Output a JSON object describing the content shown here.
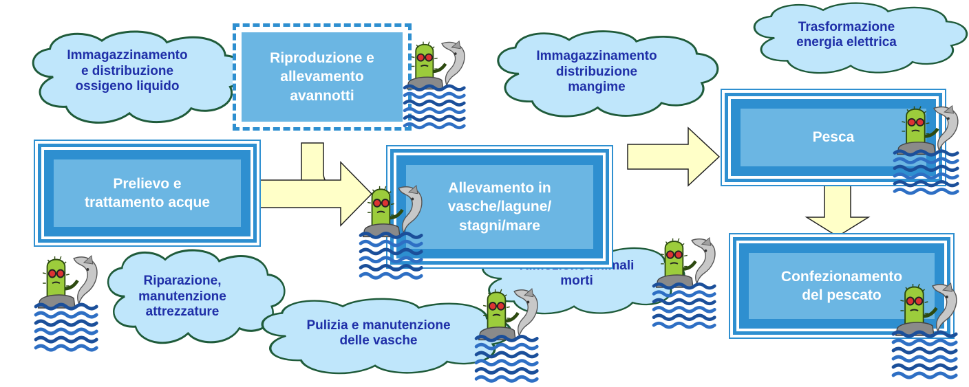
{
  "clouds": {
    "oxygen": "Immagazzinamento\ne distribuzione\nossigeno liquido",
    "feed": "Immagazzinamento\ndistribuzione\nmangime",
    "power": "Trasformazione\nenergia elettrica",
    "repair": "Riparazione,\nmanutenzione\nattrezzature",
    "cleaning": "Pulizia e manutenzione\ndelle vasche",
    "removal": "Rimozione animali\nmorti"
  },
  "boxes": {
    "breeding_fry": "Riproduzione e\nallevamento\navannotti",
    "water_intake": "Prelievo e\ntrattamento acque",
    "farming": "Allevamento in\nvasche/lagune/\nstagni/mare",
    "fishing": "Pesca",
    "packaging": "Confezionamento\ndel pescato"
  },
  "colors": {
    "box_border": "#2e8fd0",
    "box_fill": "#6bb6e3",
    "cloud_fill": "#bfe6fb",
    "cloud_stroke": "#1f5b3a",
    "cloud_text": "#1f2fa8",
    "arrow_fill": "#ffffc8"
  },
  "icons": [
    "cactus-fish-water-icon"
  ]
}
